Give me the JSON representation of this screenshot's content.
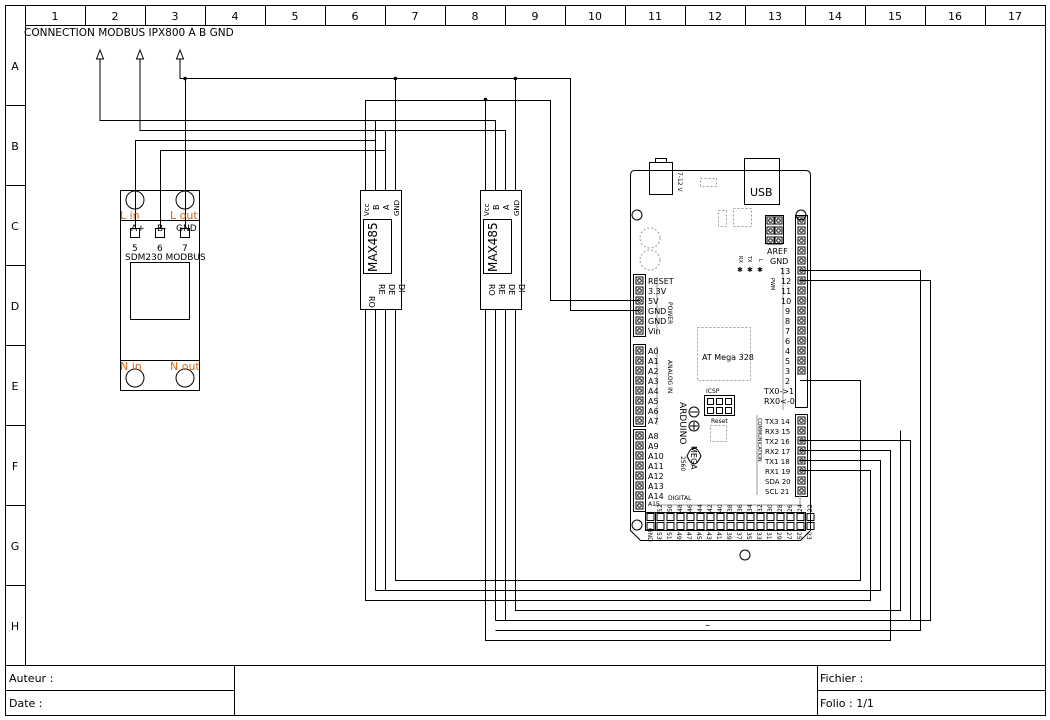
{
  "columns": [
    "1",
    "2",
    "3",
    "4",
    "5",
    "6",
    "7",
    "8",
    "9",
    "10",
    "11",
    "12",
    "13",
    "14",
    "15",
    "16",
    "17"
  ],
  "rows": [
    "A",
    "B",
    "C",
    "D",
    "E",
    "F",
    "G",
    "H"
  ],
  "header_label": "CONNECTION MODBUS IPX800  A B GND",
  "title_block": {
    "author_label": "Auteur :",
    "date_label": "Date :",
    "file_label": "Fichier :",
    "folio_label": "Folio : 1/1"
  },
  "meter": {
    "l_in": "L in",
    "l_out": "L out",
    "n_in": "N in",
    "n_out": "N out",
    "term_a": "A+",
    "term_b": "B-",
    "term_gnd": "GND",
    "num_5": "5",
    "num_6": "6",
    "num_7": "7",
    "model": "SDM230 MODBUS"
  },
  "max485": {
    "name": "MAX485",
    "top_pins": [
      "Vcc",
      "B",
      "A",
      "GND"
    ],
    "bottom_pins": [
      "RO",
      "RE",
      "DE",
      "DI"
    ]
  },
  "arduino": {
    "usb": "USB",
    "voltage": "7-12 V",
    "power_pins": [
      "RESET",
      "3.3V",
      "5V",
      "GND",
      "GND",
      "Vin"
    ],
    "power_label": "POWER",
    "analog_pins": [
      "A0",
      "A1",
      "A2",
      "A3",
      "A4",
      "A5",
      "A6",
      "A7"
    ],
    "analog_label": "ANALOG IN",
    "analog_pins_2": [
      "A8",
      "A9",
      "A10",
      "A11",
      "A12",
      "A13",
      "A14",
      "A15"
    ],
    "chip": "AT Mega 328",
    "icsp": "ICSP",
    "reset": "Reset",
    "arduino_label": "ARDUINO",
    "mega_label": "MEGA",
    "mega_num": "2560",
    "right_top": [
      "AREF",
      "GND"
    ],
    "pwm_pins": [
      "13",
      "12",
      "11",
      "10",
      "9",
      "8",
      "7",
      "6",
      "5",
      "4",
      "3",
      "2"
    ],
    "pwm_label": "PWM",
    "tx_rx": [
      "TX0->1",
      "RX0<-0"
    ],
    "comm_pins": [
      "TX3  14",
      "RX3  15",
      "TX2  16",
      "RX2  17",
      "TX1  18",
      "RX1  19",
      "SDA  20",
      "SCL  21"
    ],
    "comm_label": "COMMUNICATION",
    "digital_label": "DIGITAL",
    "leds": [
      "RX",
      "TX",
      "L"
    ],
    "gnd_v": "GND",
    "digital_top": [
      "52",
      "50",
      "48",
      "46",
      "44",
      "42",
      "40",
      "38",
      "36",
      "34",
      "32",
      "30",
      "28",
      "26",
      "24",
      "22"
    ],
    "digital_bottom": [
      "53",
      "51",
      "49",
      "47",
      "45",
      "43",
      "41",
      "39",
      "37",
      "35",
      "33",
      "31",
      "29",
      "27",
      "25",
      "23"
    ]
  },
  "dash": "–"
}
